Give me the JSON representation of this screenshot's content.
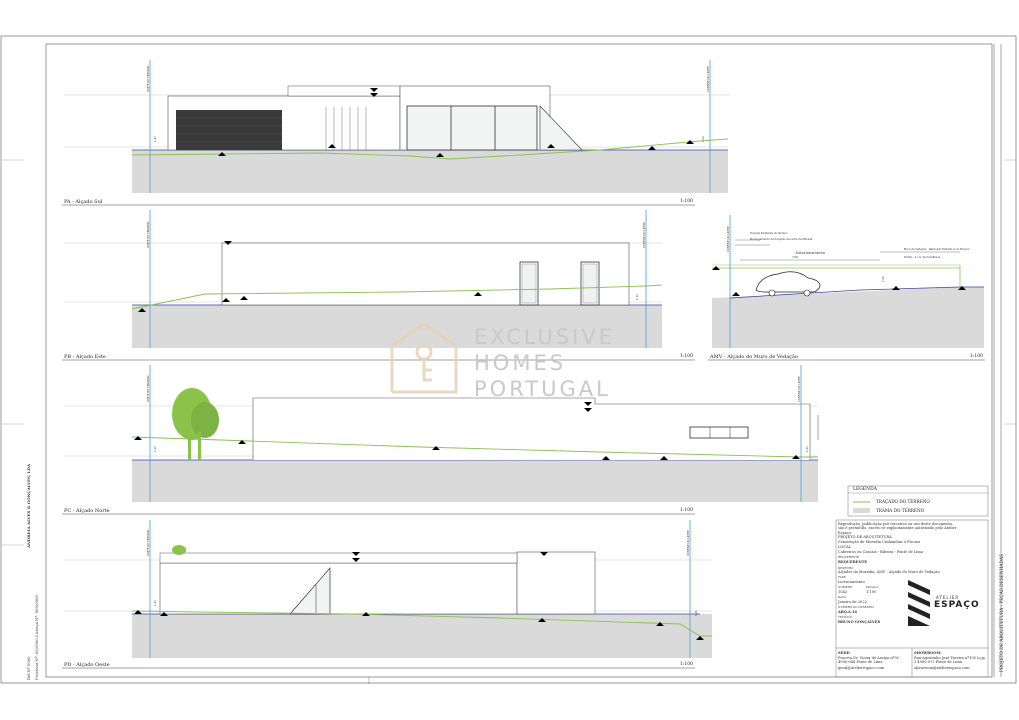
{
  "watermark": {
    "line1": "EXCLUSIVE",
    "line2": "HOMES",
    "line3": "PORTUGAL"
  },
  "drawings": [
    {
      "title": "PA - Alçado Sul",
      "scale": "1:100"
    },
    {
      "title": "PB - Alçado Este",
      "scale": "1:100"
    },
    {
      "title": "AMV - Alçado do Muro de Vedação",
      "scale": "1:100"
    },
    {
      "title": "PC - Alçado Norte",
      "scale": "1:100"
    },
    {
      "title": "PD - Alçado Oeste",
      "scale": "1:100"
    }
  ],
  "marks": {
    "limit": "LIMITE DO TERRENO",
    "fence": "CONFINE DO LIMITE",
    "h120": "1,20"
  },
  "annotations": {
    "terrain_natural": "Traçado Existente do Terreno",
    "projection": "Prolongamento da Projeção da Linha de Estrada",
    "parking": "Estacionamento",
    "dim": "7,00",
    "fence_note": "Muro de Vedação · Rebocado Pintado à cor Branco",
    "portao": "Portão · À cor da Caixilharia"
  },
  "legend": {
    "title": "LEGENDA",
    "items": [
      {
        "label": "TRAÇADO DO TERRENO",
        "color": "#8cc152"
      },
      {
        "label": "TRAMA DO TERRENO",
        "color": "#dadada"
      }
    ]
  },
  "title_block": {
    "note": "Reprodução, publicação por terceiros ou uso deste documento, são é permitido, exceto se explicitamente autorizado pelo Atelier Espaço.",
    "obra_label": "PROJETO DE ARQUITETURA",
    "obra": "Construção de Moradia Unifamiliar e Piscina",
    "local_label": "LOCAL",
    "local": "Cabreiros ou Cascais - Ribeira - Ponte de Lima",
    "requerente_label": "REQUERENTE",
    "requerente": "REQUERENTE",
    "desenho_label": "DESENHO",
    "desenho": "Alçados da Moradia, AMV - Alçado do Muro de Vedação",
    "fase_label": "FASE",
    "fase": "Licenciamento",
    "num_label": "NÚMERO",
    "num": "1043",
    "escala_label": "ESCALA",
    "escala": "1:100",
    "data_label": "DATA",
    "data": "Janeiro de 2022",
    "ficheiro_label": "NÚMERO DO DESENHO",
    "ficheiro": "ARQ.A.16",
    "tecnico_label": "TÉCNICO",
    "tecnico": "BRUNO GONÇALVES",
    "sede_label": "SEDE:",
    "sede": "Praceta Dr. Vieira de Araújo nº92 4990-044 Ponte de Lima",
    "sede_contact": "geral@atelierespaco.com",
    "showroom_label": "SHOWROOM:",
    "showroom": "Rua Agostinho José Taveira nº102 Loja 1 4990-072 Ponte de Lima",
    "showroom_contact": "showroom@atelierespaco.com",
    "logo_small": "ATELIER",
    "logo_big": "ESPAÇO"
  },
  "sidebar": {
    "project_title": "PROJETO DE ARQUITETURA - PEÇAS DESENHADAS",
    "owner": "ANDREIA ALVES & GONÇALVES, LDA",
    "processo": "Processo Nº: 00/0000   Licença Nº: 000/0000",
    "ref": "Ref.Nº 0000"
  }
}
